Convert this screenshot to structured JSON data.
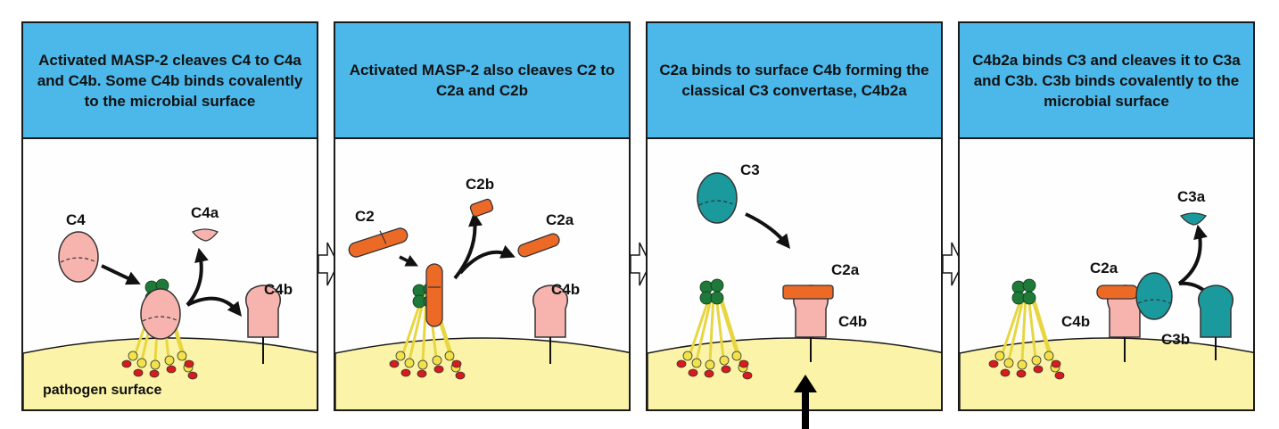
{
  "panels": [
    {
      "caption": "Activated MASP-2 cleaves C4 to C4a and C4b. Some C4b binds covalently to the microbial surface",
      "labels": {
        "c4": "C4",
        "c4a": "C4a",
        "c4b": "C4b",
        "surface": "pathogen surface"
      }
    },
    {
      "caption": "Activated MASP-2 also cleaves C2 to C2a and C2b",
      "labels": {
        "c2": "C2",
        "c2b": "C2b",
        "c2a": "C2a",
        "c4b": "C4b"
      }
    },
    {
      "caption": "C2a binds to surface C4b forming the classical C3 convertase, C4b2a",
      "labels": {
        "c3": "C3",
        "c2a": "C2a",
        "c4b": "C4b"
      }
    },
    {
      "caption": "C4b2a binds C3 and cleaves it to C3a and C3b. C3b binds covalently to the microbial surface",
      "labels": {
        "c3a": "C3a",
        "c2a": "C2a",
        "c4b": "C4b",
        "c3b": "C3b"
      }
    }
  ],
  "colors": {
    "header": "#4cb8ea",
    "surface": "#fbf4a8",
    "c4": "#f7b3ae",
    "c2": "#ec6a26",
    "c3": "#1b9a9e",
    "masp_heads": "#1f7a3a",
    "lectin_heads": "#d81b1b",
    "stalk": "#f2e24a"
  }
}
